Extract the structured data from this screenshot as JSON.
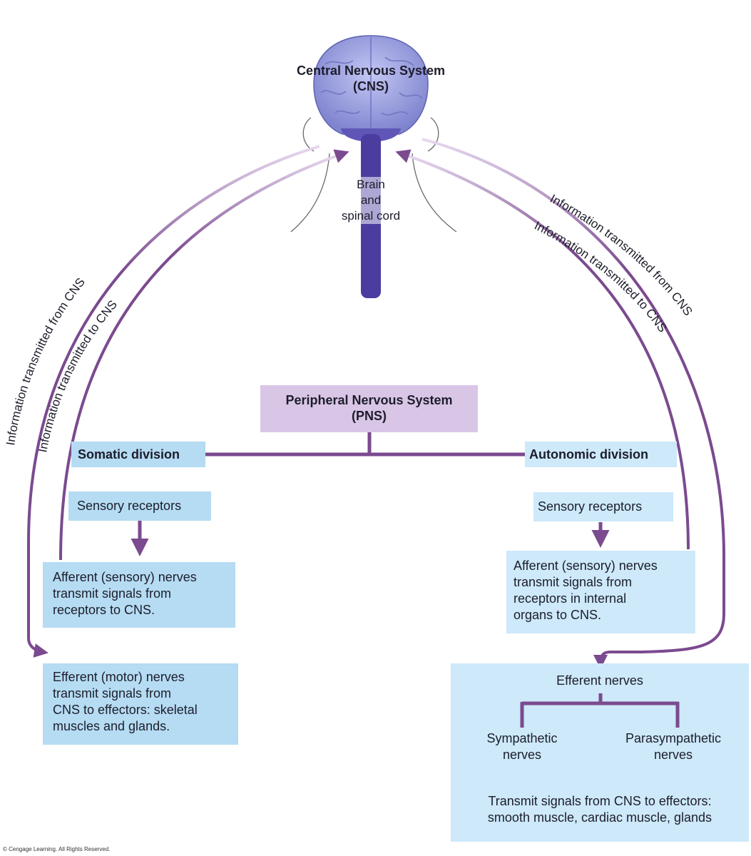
{
  "cns": {
    "title_line1": "Central Nervous System",
    "title_line2": "(CNS)",
    "brain_line1": "Brain",
    "brain_line2": "and",
    "brain_line3": "spinal cord"
  },
  "arcs": {
    "left_outer": "Information transmitted from CNS",
    "left_inner": "Information transmitted to CNS",
    "right_outer": "Information transmitted from CNS",
    "right_inner": "Information transmitted to CNS"
  },
  "pns": {
    "line1": "Peripheral Nervous System",
    "line2": "(PNS)"
  },
  "somatic": {
    "title": "Somatic division",
    "sensory_receptors": "Sensory receptors",
    "afferent": [
      "Afferent (sensory) nerves",
      "transmit signals from",
      "receptors to CNS."
    ],
    "efferent": [
      "Efferent (motor) nerves",
      "transmit signals from",
      "CNS to effectors: skeletal",
      "muscles and glands."
    ]
  },
  "autonomic": {
    "title": "Autonomic division",
    "sensory_receptors": "Sensory receptors",
    "afferent": [
      "Afferent (sensory) nerves",
      "transmit signals from",
      "receptors in internal",
      "organs to CNS."
    ],
    "efferent_title": "Efferent nerves",
    "sympathetic": [
      "Sympathetic",
      "nerves"
    ],
    "parasympathetic": [
      "Parasympathetic",
      "nerves"
    ],
    "effectors": [
      "Transmit signals from CNS to effectors:",
      "smooth muscle, cardiac muscle, glands"
    ]
  },
  "copyright": "© Cengage Learning. All Rights Reserved.",
  "colors": {
    "arrow": "#7b4a8f",
    "pns_fill": "#d9c6e6",
    "title_box": "#b5dcf3",
    "light_box": "#cde9fa",
    "brain": "#8a8fd6",
    "spine": "#4b3da0"
  }
}
